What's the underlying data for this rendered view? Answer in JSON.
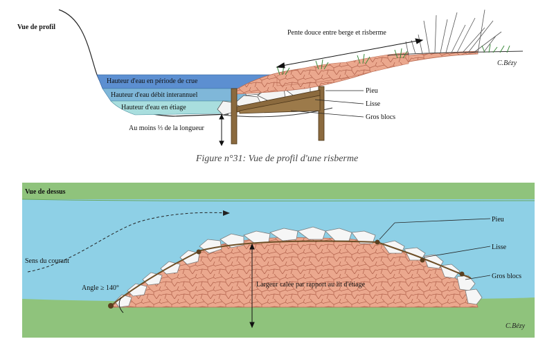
{
  "profile": {
    "view_title": "Vue de profil",
    "gentle_slope": "Pente douce entre berge et risberme",
    "flood_level": "Hauteur d'eau en période de crue",
    "mean_level": "Hauteur d'eau débit interannuel",
    "low_level": "Hauteur d'eau en étiage",
    "min_length": "Au moins ⅓ de la longueur",
    "pieu": "Pieu",
    "lisse": "Lisse",
    "gros_blocs": "Gros blocs",
    "signature": "C.Bézy"
  },
  "caption": "Figure n°31: Vue de profil d'une risberme",
  "top": {
    "view_title": "Vue de dessus",
    "current": "Sens du courant",
    "angle": "Angle ≥ 140°",
    "width": "Largeur calée par rapport au lit d'étiage",
    "pieu": "Pieu",
    "lisse": "Lisse",
    "gros_blocs": "Gros blocs",
    "signature": "C.Bézy"
  },
  "colors": {
    "water": "#8ed0e6",
    "grass": "#8fc37c",
    "stone": "#e9a58c",
    "stone_line": "#b86a52",
    "wood": "#8b6a3e",
    "flood": "#5c8fd1",
    "mean": "#7fb7d9",
    "low": "#a9dede"
  }
}
